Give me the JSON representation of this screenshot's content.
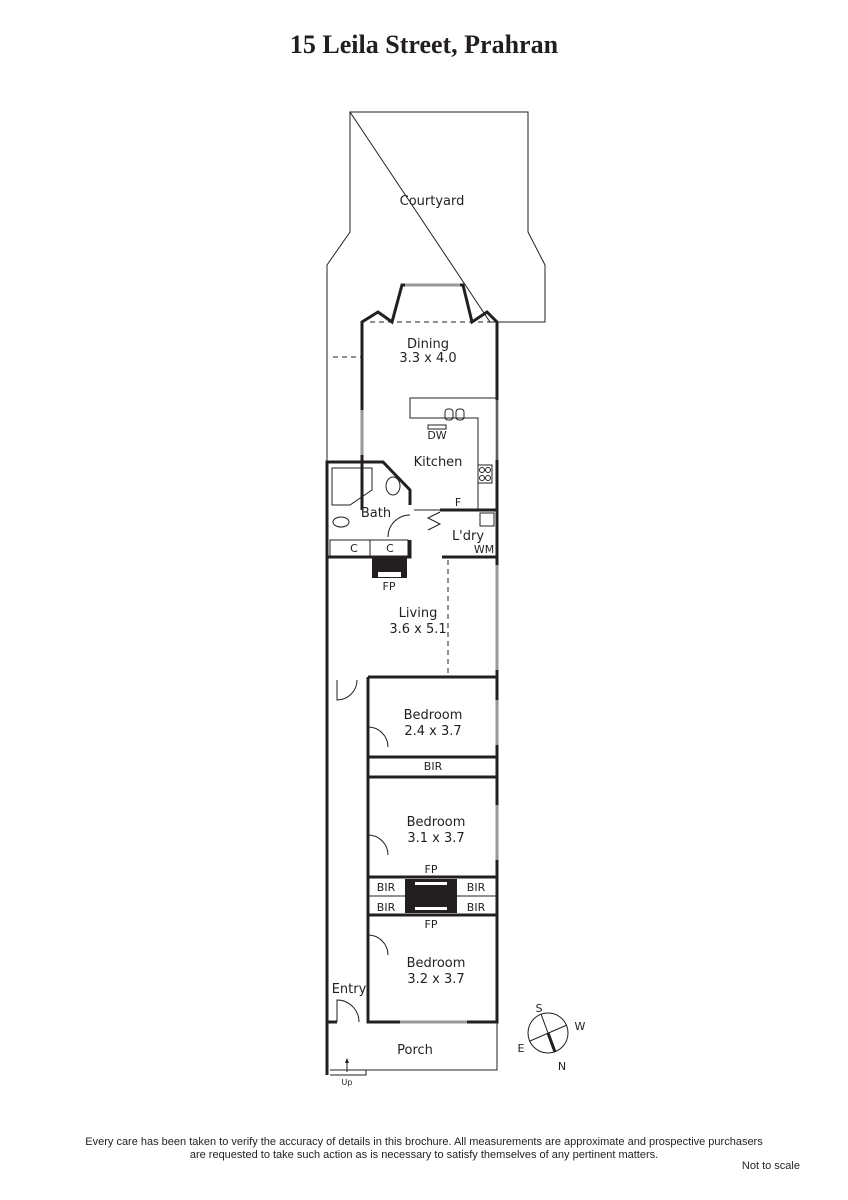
{
  "title": "15 Leila Street, Prahran",
  "rooms": {
    "courtyard": "Courtyard",
    "dining": {
      "name": "Dining",
      "size": "3.3 x 4.0"
    },
    "kitchen": "Kitchen",
    "dw": "DW",
    "fridge": "F",
    "bath": "Bath",
    "laundry": "L'dry",
    "wm": "WM",
    "cupboard1": "C",
    "cupboard2": "C",
    "fp_living": "FP",
    "living": {
      "name": "Living",
      "size": "3.6 x 5.1"
    },
    "bedroom1": {
      "name": "Bedroom",
      "size": "2.4 x 3.7"
    },
    "bir1": "BIR",
    "bedroom2": {
      "name": "Bedroom",
      "size": "3.1 x 3.7"
    },
    "fp_bed2": "FP",
    "bir2": [
      "BIR",
      "BIR",
      "BIR",
      "BIR"
    ],
    "fp_bed3": "FP",
    "bedroom3": {
      "name": "Bedroom",
      "size": "3.2 x 3.7"
    },
    "entry": "Entry",
    "porch": "Porch",
    "up": "Up"
  },
  "compass": {
    "s": "S",
    "w": "W",
    "e": "E",
    "n": "N"
  },
  "footer": {
    "line1": "Every care has been taken to verify the accuracy of details in this brochure.  All measurements are approximate and prospective purchasers",
    "line2": "are requested to take such action as is necessary to satisfy themselves of any pertinent matters.",
    "not_to_scale": "Not to scale"
  }
}
